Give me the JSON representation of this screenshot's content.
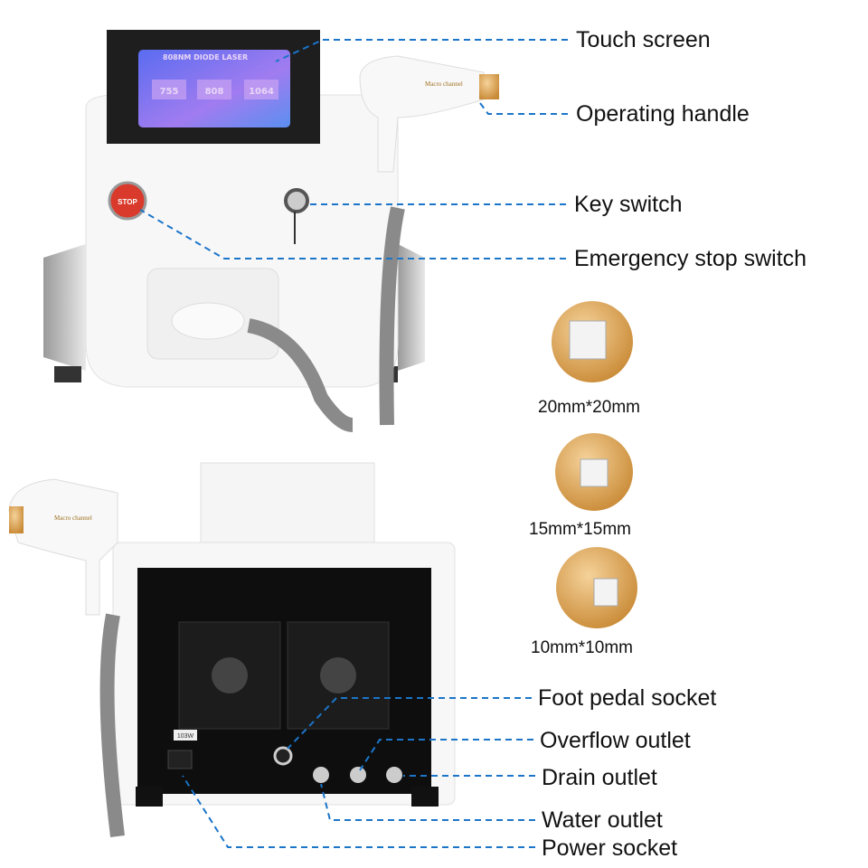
{
  "labels": {
    "touch_screen": "Touch screen",
    "operating_handle": "Operating handle",
    "key_switch": "Key switch",
    "emergency_stop": "Emergency stop switch",
    "foot_pedal_socket": "Foot pedal socket",
    "overflow_outlet": "Overflow outlet",
    "drain_outlet": "Drain outlet",
    "water_outlet": "Water outlet",
    "power_socket": "Power socket"
  },
  "spot_sizes": [
    "20mm*20mm",
    "15mm*15mm",
    "10mm*10mm"
  ],
  "screen": {
    "header": "808NM DIODE LASER",
    "buttons": [
      "755",
      "808",
      "1064"
    ]
  },
  "stop_button_text": "STOP",
  "handle_text": "Macro channel",
  "power_label": "103W",
  "colors": {
    "leader": "#1b75c9",
    "tip_gold": "#d9a24a",
    "screen": "#8a7cf0"
  }
}
